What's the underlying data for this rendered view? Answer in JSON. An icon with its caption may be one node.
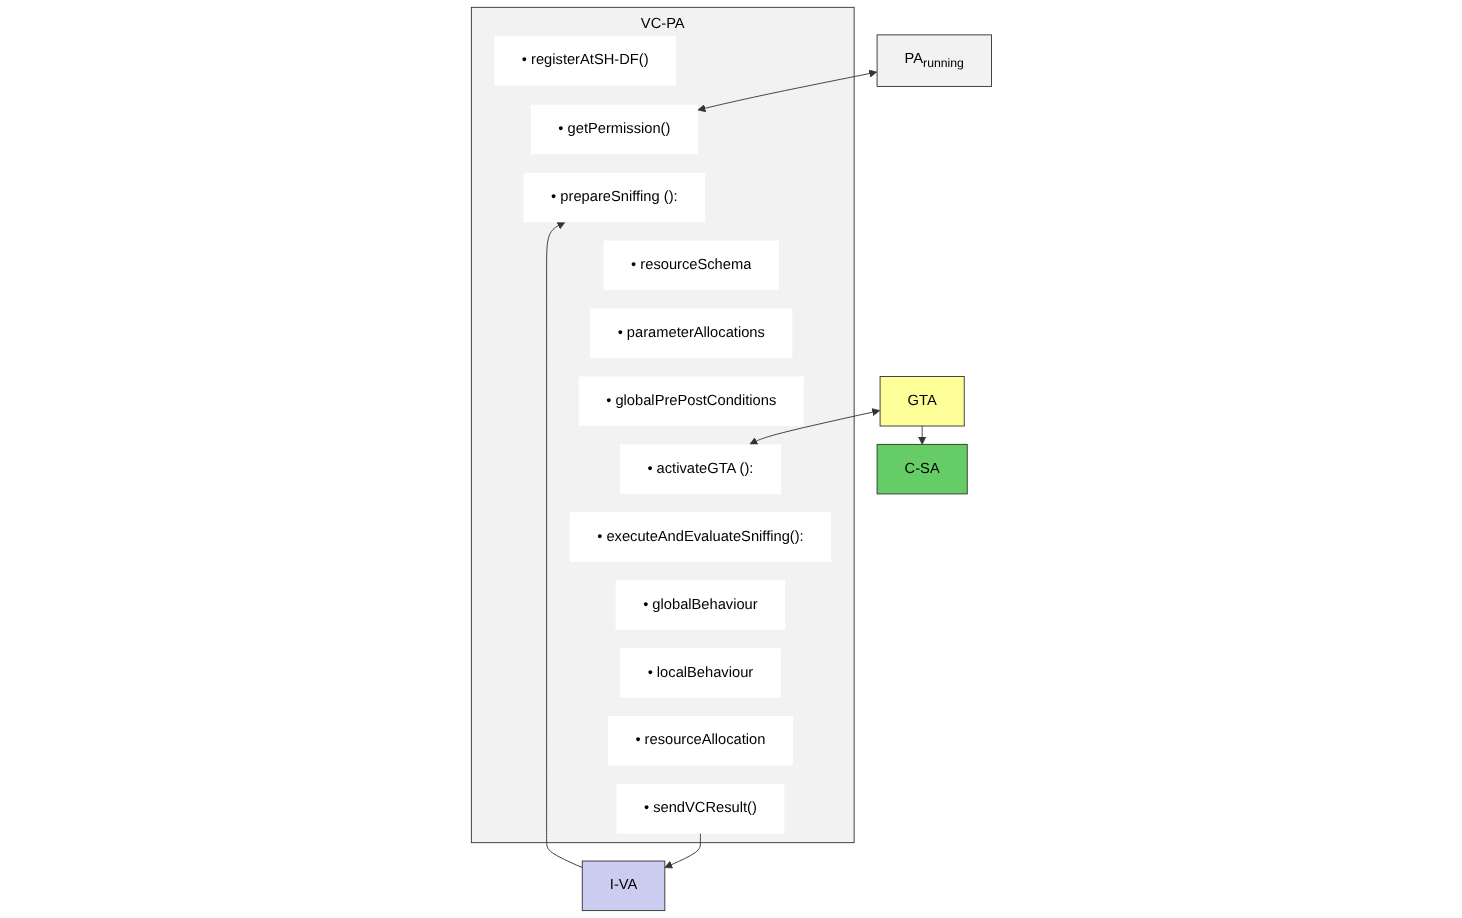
{
  "diagram": {
    "nodes": [
      {
        "text": [
          "VC-PA"
        ]
      },
      {
        "text": [
          "• registerAtSH-DF()"
        ],
        "in": 0
      },
      {
        "text": [
          "• getPermission()"
        ],
        "in": 0
      },
      {
        "text": [
          "• prepareSniffing ():"
        ],
        "in": 0
      },
      {
        "text": [
          "• resourceSchema"
        ],
        "in": 0
      },
      {
        "text": [
          "• parameterAllocations"
        ],
        "in": 0
      },
      {
        "text": [
          "• globalPrePostConditions"
        ],
        "in": 0
      },
      {
        "text": [
          "• activateGTA ():"
        ],
        "in": 0
      },
      {
        "text": [
          "• executeAndEvaluateSniffing():"
        ],
        "in": 0
      },
      {
        "text": [
          "• globalBehaviour"
        ],
        "in": 0
      },
      {
        "text": [
          "• localBehaviour"
        ],
        "in": 0
      },
      {
        "text": [
          "• resourceAllocation"
        ],
        "in": 0
      },
      {
        "text": [
          "• sendVCResult()"
        ],
        "in": 0
      },
      {
        "text": [
          "PA$_{running}$"
        ]
      },
      {
        "text": [
          "I-VA"
        ]
      },
      {
        "text": [
          "GTA"
        ]
      },
      {
        "text": [
          "C-SA"
        ]
      }
    ],
    "edges": [
      {
        "from": 13,
        "to": 2,
        "arrow": "both"
      },
      {
        "from": 14,
        "to": 3,
        "arrow": "to"
      },
      {
        "from": 15,
        "to": 7,
        "arrow": "both"
      },
      {
        "from": 15,
        "to": 16,
        "arrow": "to"
      },
      {
        "from": 12,
        "to": 14,
        "arrow": "to"
      }
    ]
  }
}
